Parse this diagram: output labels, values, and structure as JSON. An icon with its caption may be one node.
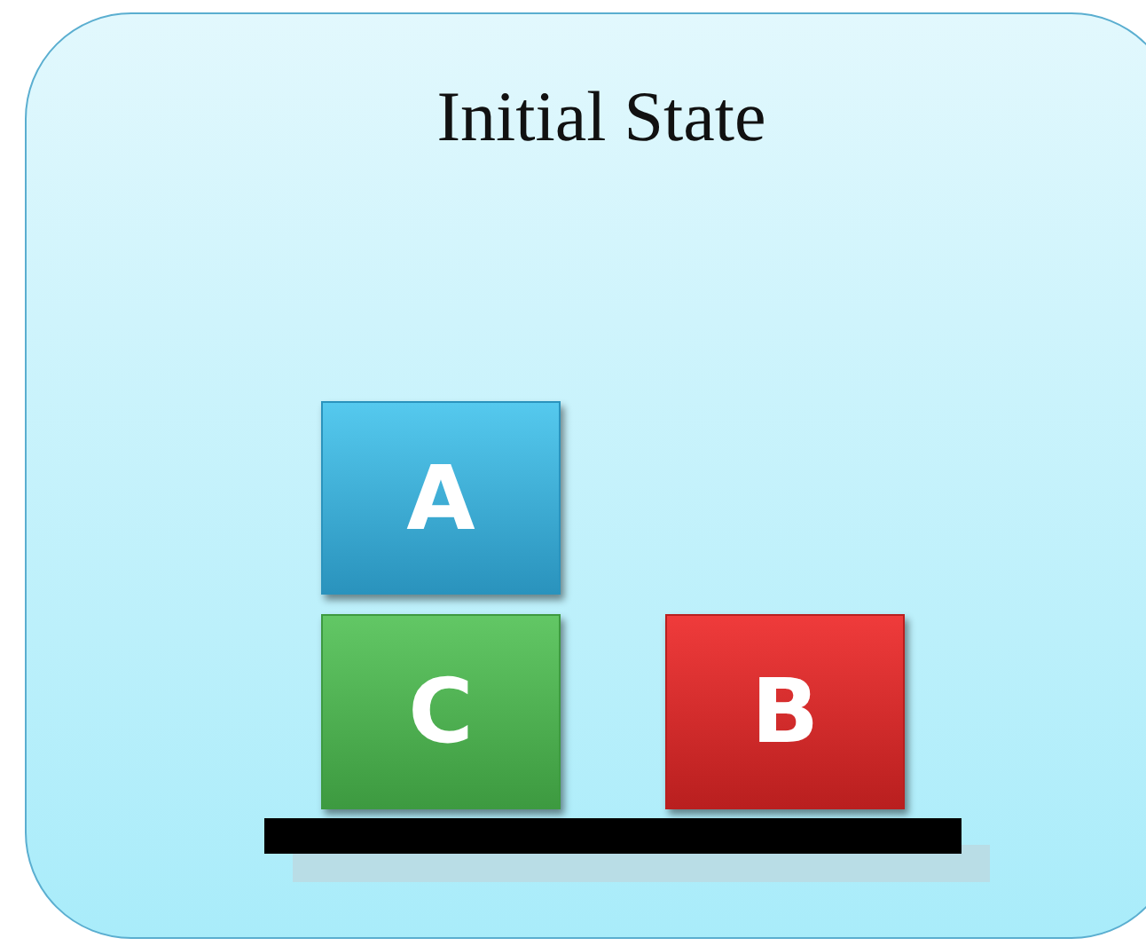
{
  "diagram": {
    "nodes": [
      {
        "text": [
          "Initial State"
        ]
      },
      {
        "text": [
          "A"
        ],
        "in": 0
      },
      {
        "text": [
          "C"
        ],
        "in": 0
      },
      {
        "text": [
          "B"
        ],
        "in": 0
      }
    ]
  }
}
